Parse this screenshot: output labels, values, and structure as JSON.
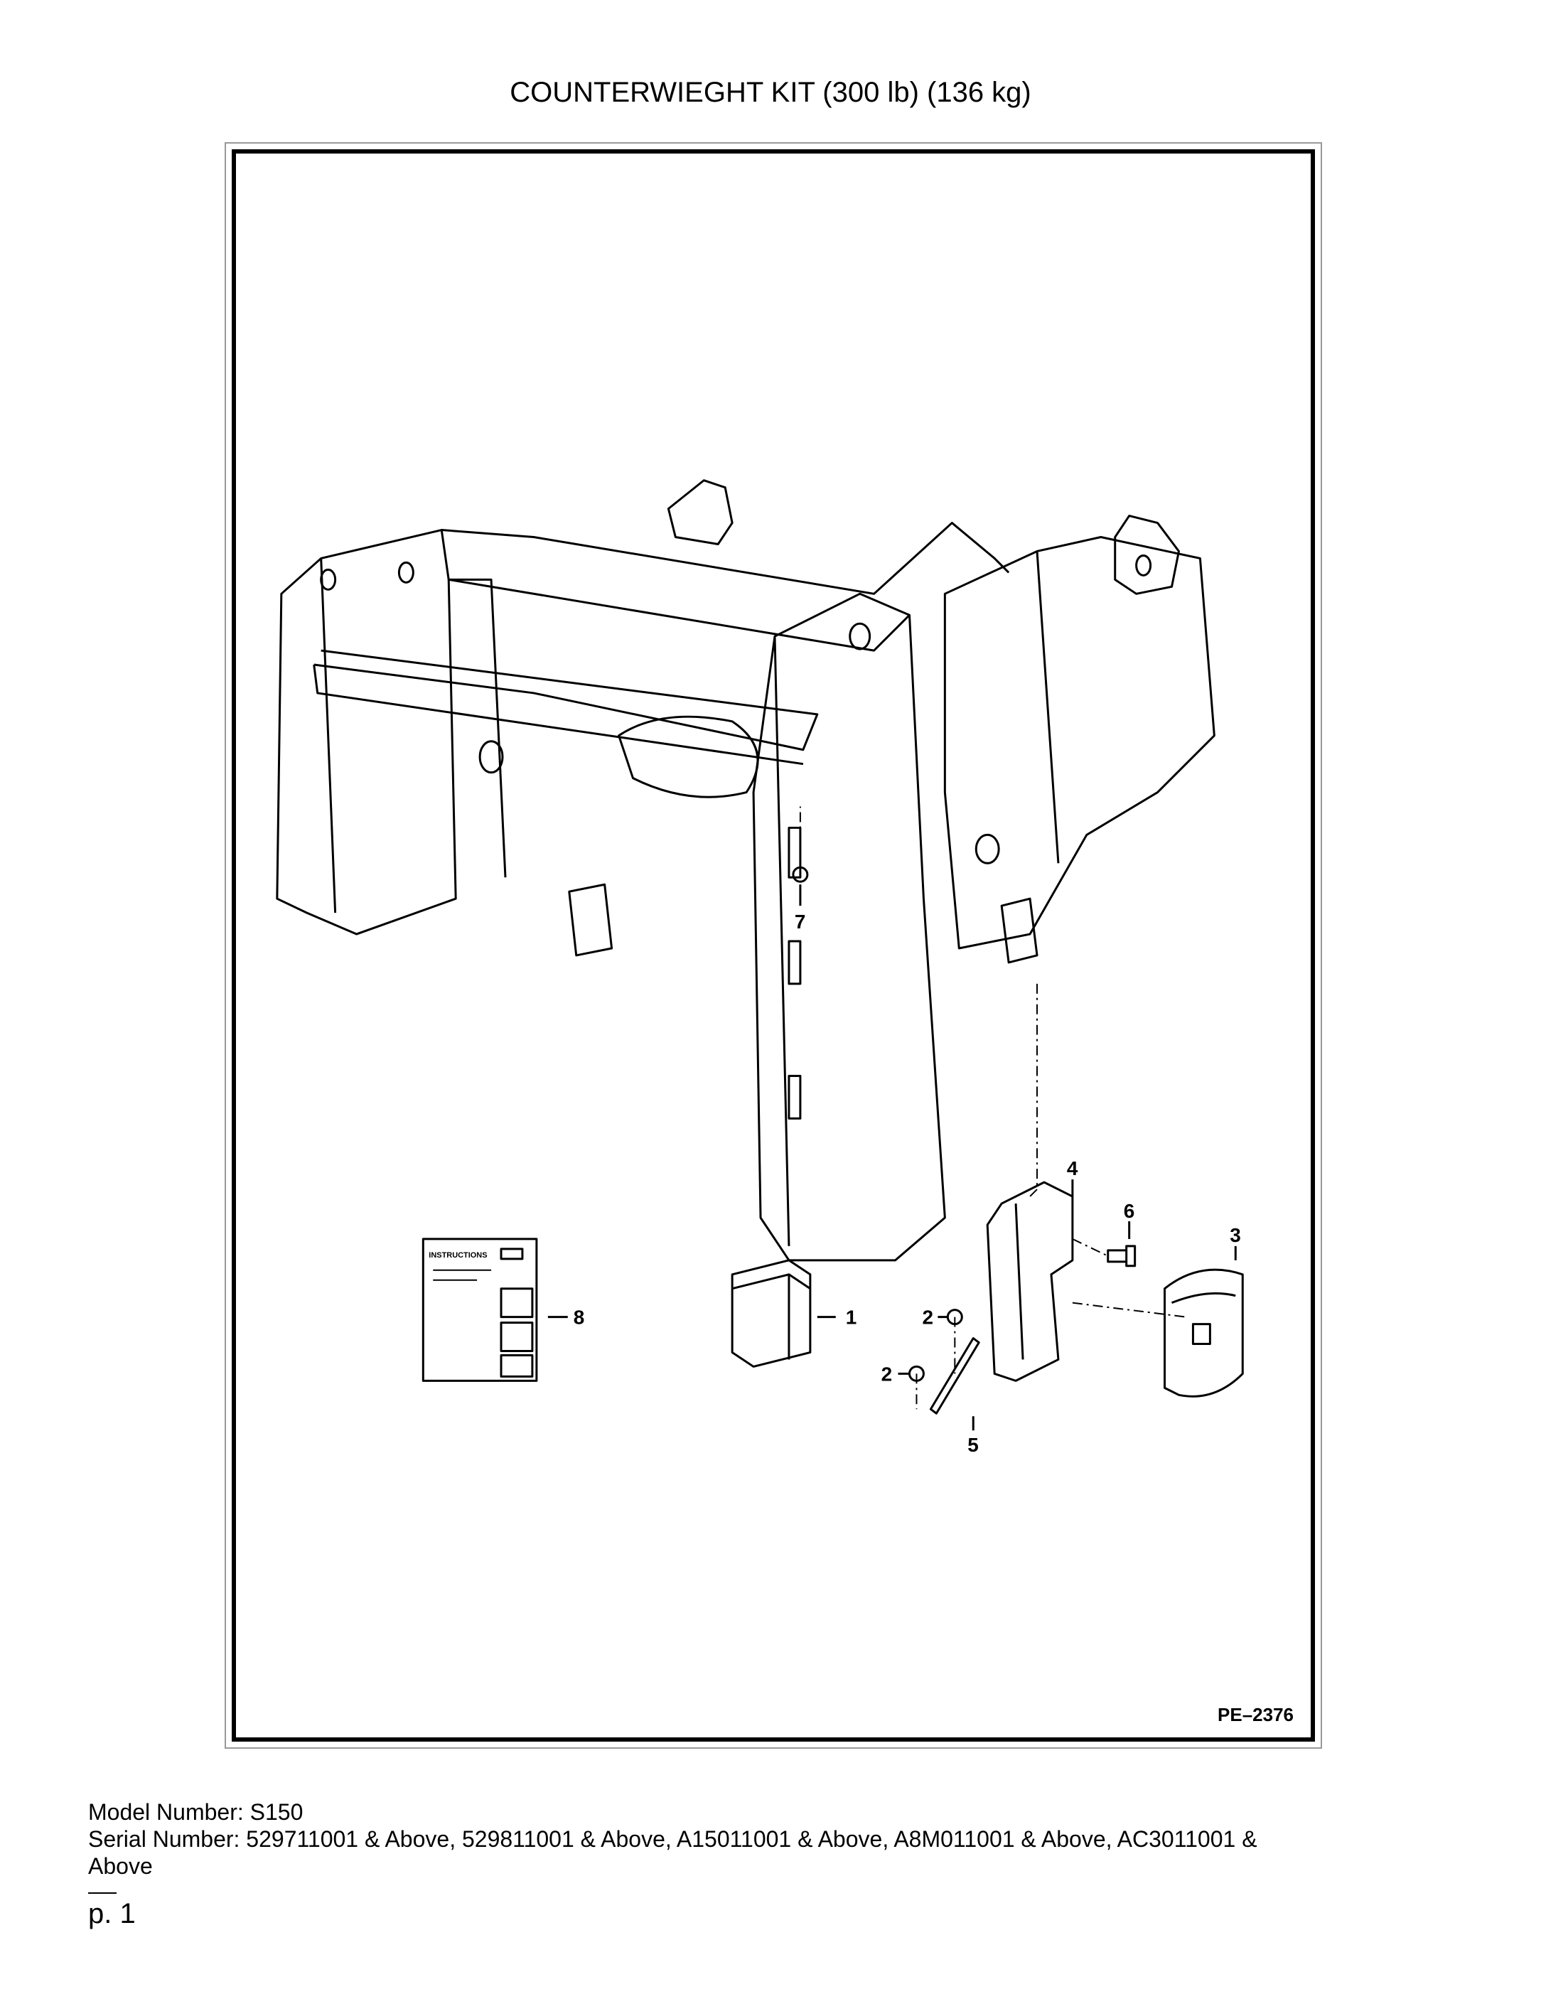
{
  "title": "COUNTERWIEGHT KIT (300 lb) (136 kg)",
  "diagram": {
    "reference": "PE–2376",
    "callouts": {
      "c1": "1",
      "c2a": "2",
      "c2b": "2",
      "c3": "3",
      "c4": "4",
      "c5": "5",
      "c6": "6",
      "c7": "7",
      "c8": "8"
    },
    "instructions_label": "INSTRUCTIONS"
  },
  "footer": {
    "model": "Model Number: S150",
    "serial_line1": "Serial Number: 529711001 & Above, 529811001 & Above, A15011001 & Above, A8M011001 & Above, AC3011001 &",
    "serial_line2": "Above"
  },
  "page": "p. 1"
}
